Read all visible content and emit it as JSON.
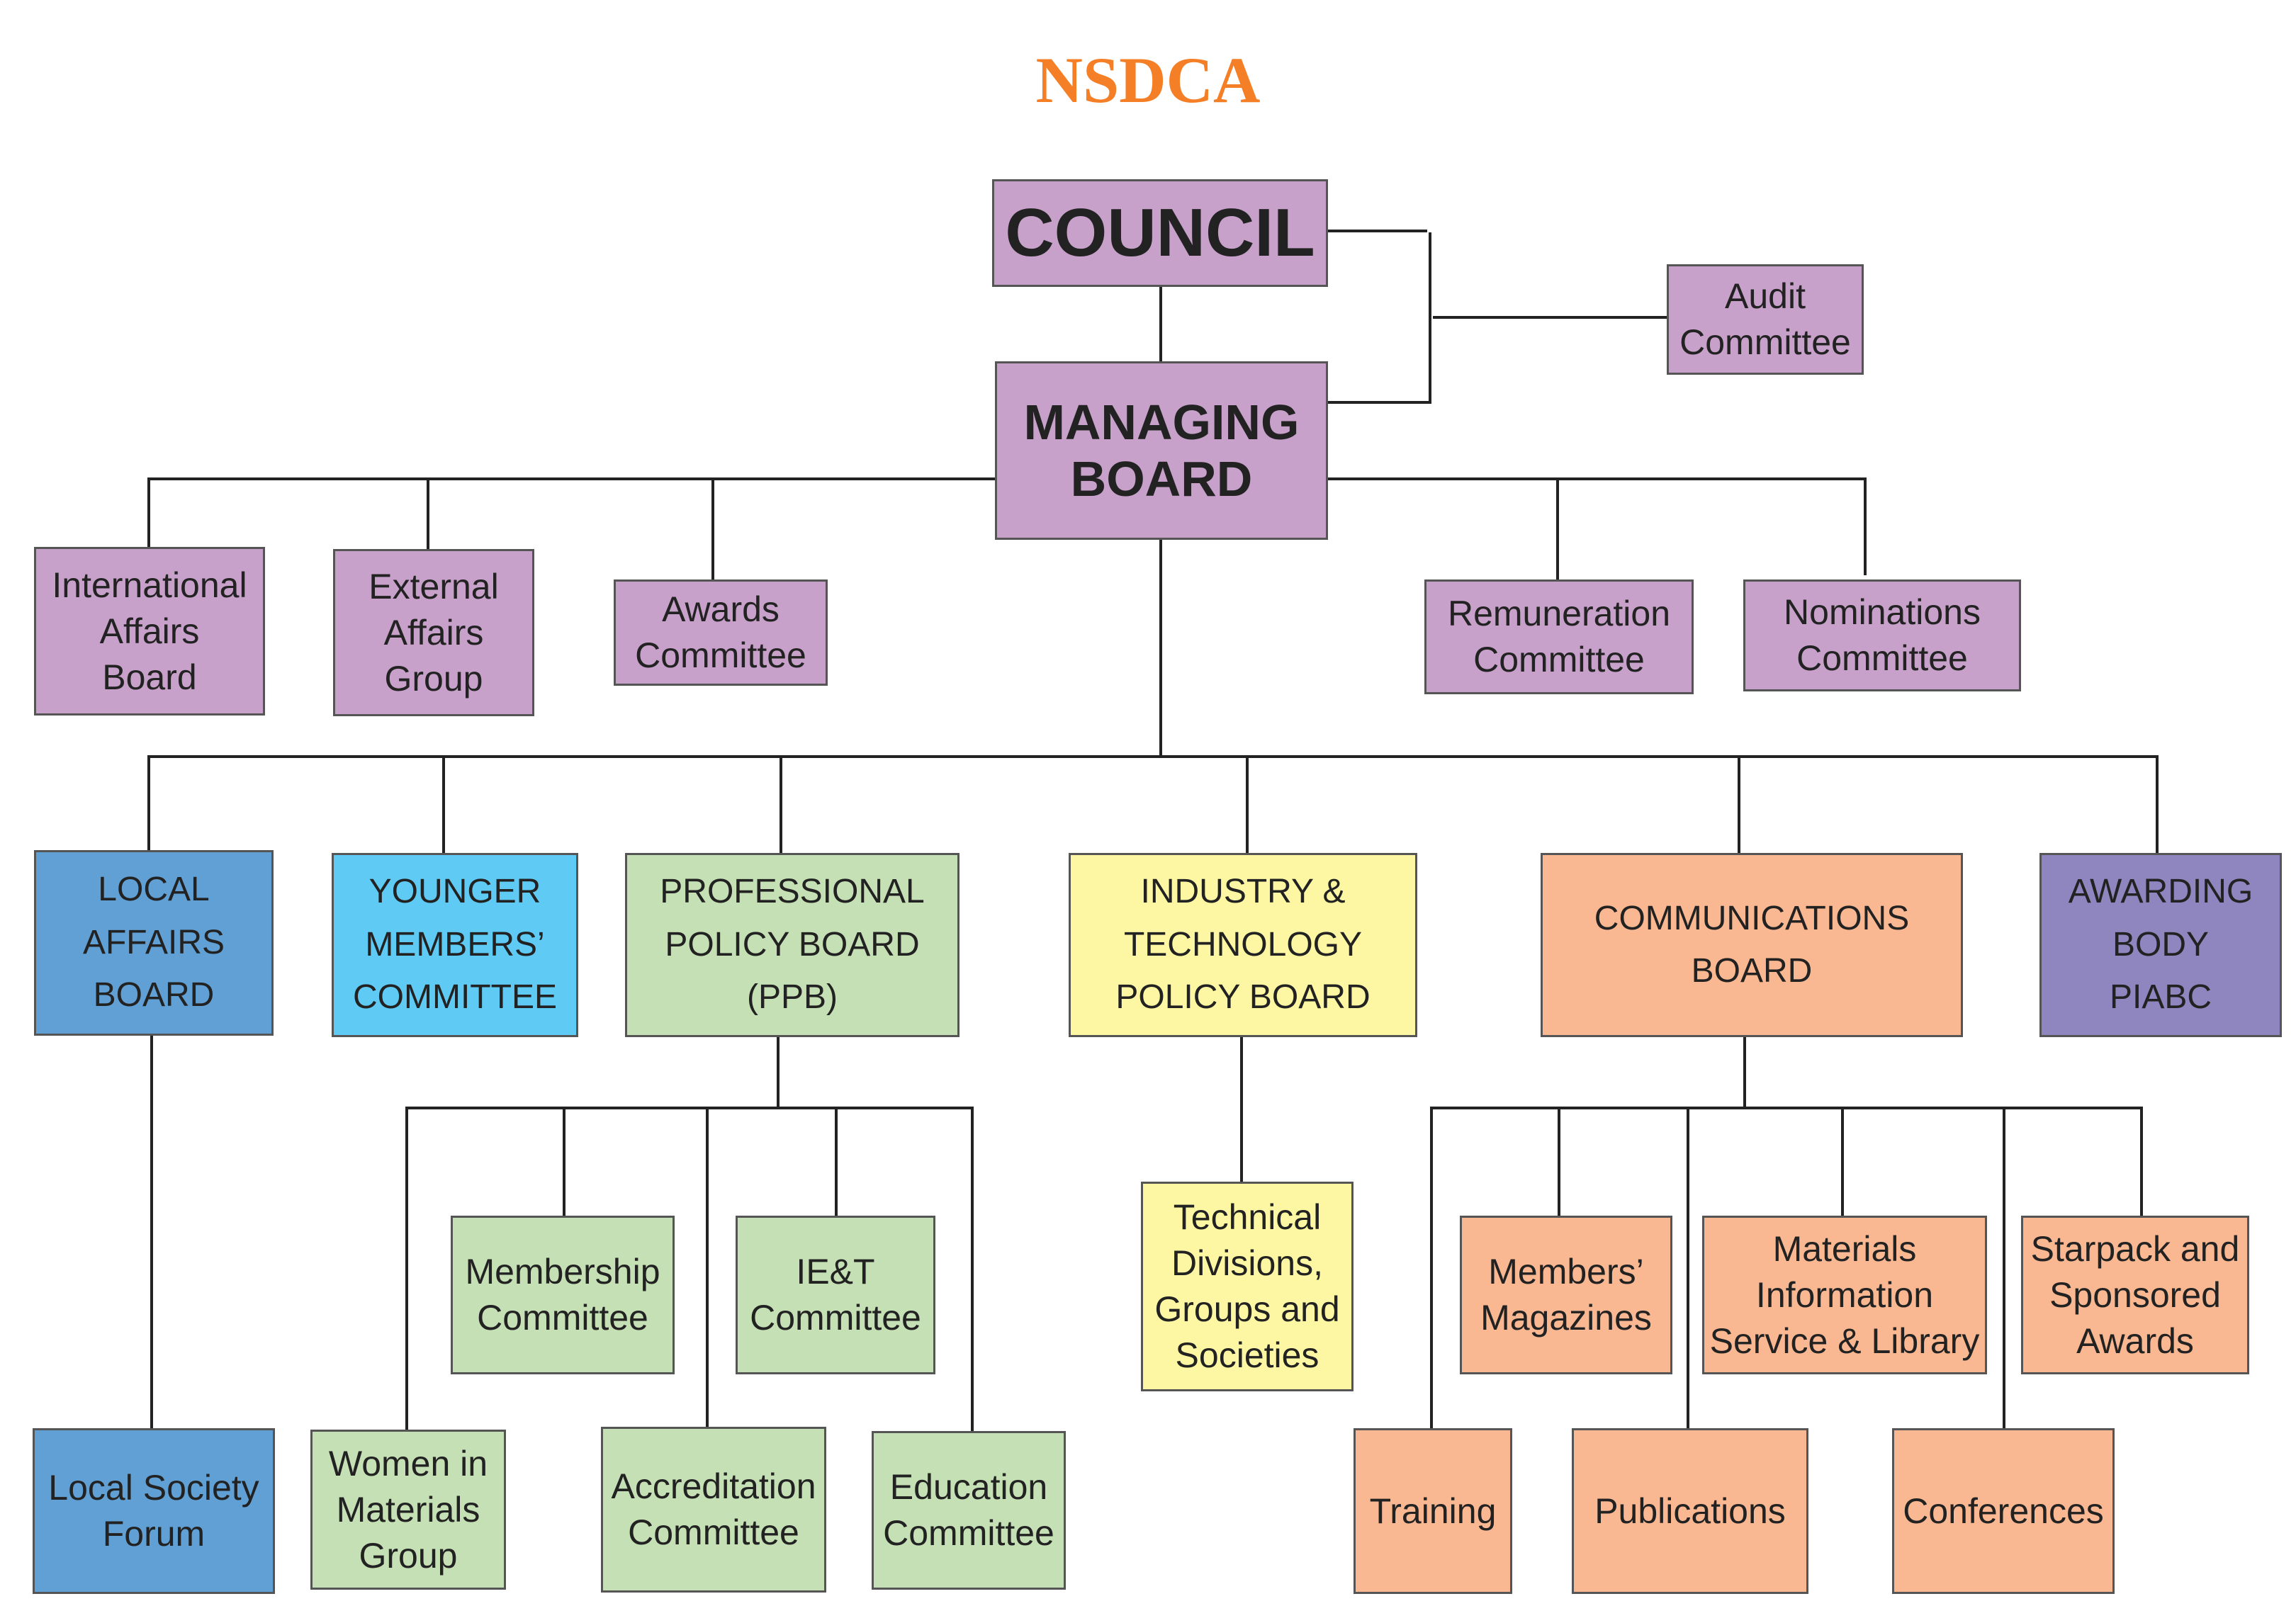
{
  "title": "NSDCA",
  "nodes": {
    "council": "COUNCIL",
    "managing_board": "MANAGING\nBOARD",
    "audit_committee": "Audit\nCommittee",
    "international_affairs_board": "International\nAffairs\nBoard",
    "external_affairs_group": "External\nAffairs\nGroup",
    "awards_committee": "Awards\nCommittee",
    "remuneration_committee": "Remuneration\nCommittee",
    "nominations_committee": "Nominations\nCommittee",
    "local_affairs_board": "LOCAL\nAFFAIRS\nBOARD",
    "younger_members_committee": "YOUNGER\nMEMBERS’\nCOMMITTEE",
    "professional_policy_board": "PROFESSIONAL\nPOLICY BOARD\n(PPB)",
    "industry_technology_policy_board": "INDUSTRY &\nTECHNOLOGY\nPOLICY BOARD",
    "communications_board": "COMMUNICATIONS\nBOARD",
    "awarding_body": "AWARDING\nBODY\nPIABC",
    "local_society_forum": "Local Society\nForum",
    "membership_committee": "Membership\nCommittee",
    "iet_committee": "IE&T\nCommittee",
    "women_in_materials_group": "Women in\nMaterials\nGroup",
    "accreditation_committee": "Accreditation\nCommittee",
    "education_committee": "Education\nCommittee",
    "technical_divisions": "Technical\nDivisions,\nGroups and\nSocieties",
    "members_magazines": "Members’\nMagazines",
    "materials_information_service": "Materials\nInformation\nService & Library",
    "starpack_awards": "Starpack and\nSponsored\nAwards",
    "training": "Training",
    "publications": "Publications",
    "conferences": "Conferences"
  },
  "colors": {
    "title": "#f57f27",
    "purple": "#c8a1cb",
    "blue": "#61a0d4",
    "cyan": "#5fcaf3",
    "green": "#c5e0b4",
    "yellow": "#fdf7a3",
    "orange": "#f9b891",
    "violet": "#8f86bf",
    "line": "#222222"
  }
}
